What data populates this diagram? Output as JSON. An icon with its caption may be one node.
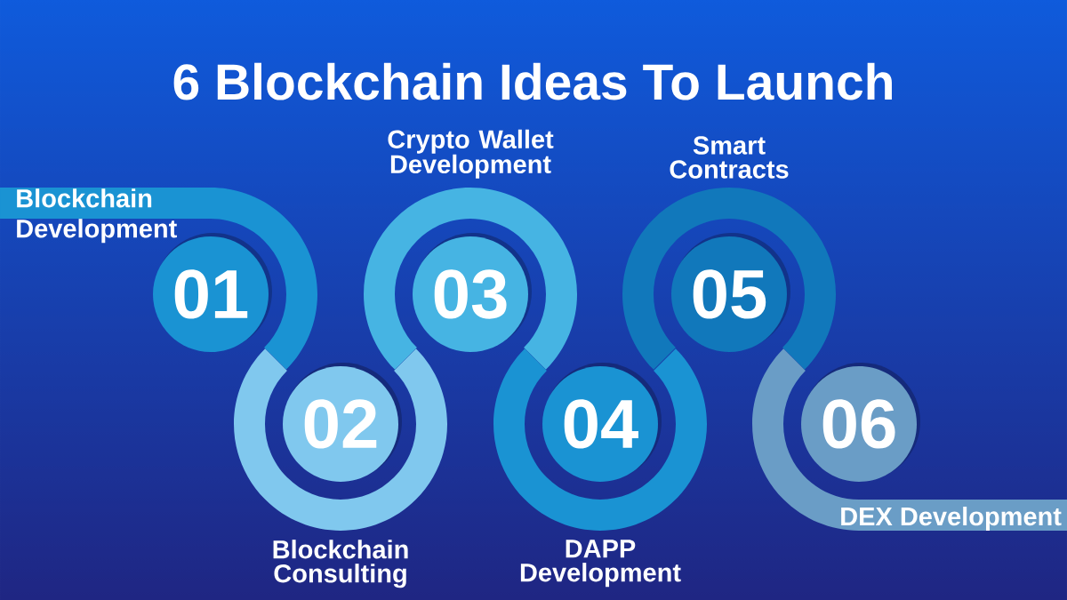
{
  "diagram": {
    "title": "6 Blockchain Ideas To Launch",
    "nodes": [
      {
        "text": [
          "01"
        ],
        "beside": [
          "Blockchain Development"
        ]
      },
      {
        "text": [
          "02"
        ],
        "beside": [
          "Blockchain Consulting"
        ]
      },
      {
        "text": [
          "03"
        ],
        "beside": [
          "Crypto Wallet Development"
        ]
      },
      {
        "text": [
          "04"
        ],
        "beside": [
          "DAPP Development"
        ]
      },
      {
        "text": [
          "05"
        ],
        "beside": [
          "Smart Contracts"
        ]
      },
      {
        "text": [
          "06"
        ],
        "beside": [
          "DEX Development"
        ]
      }
    ]
  }
}
